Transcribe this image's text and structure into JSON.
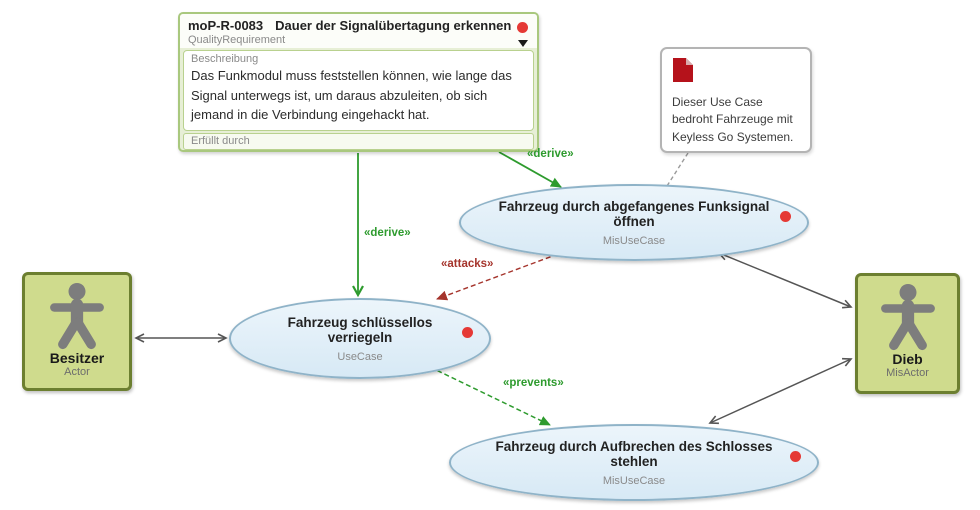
{
  "requirement": {
    "id": "moP-R-0083",
    "title": "Dauer der Signalübertagung erkennen",
    "stereotype": "QualityRequirement",
    "description_label": "Beschreibung",
    "description": "Das Funkmodul muss feststellen können, wie lange das Signal unterwegs ist, um daraus abzuleiten, ob sich jemand in die Verbindung eingehackt hat.",
    "fulfilled_label": "Erfüllt durch"
  },
  "note": {
    "text": "Dieser Use Case bedroht Fahrzeuge mit Keyless Go Systemen."
  },
  "usecases": {
    "open": {
      "title": "Fahrzeug durch abgefangenes Funksignal öffnen",
      "stereotype": "MisUseCase"
    },
    "lock": {
      "title": "Fahrzeug schlüssellos verriegeln",
      "stereotype": "UseCase"
    },
    "steal": {
      "title": "Fahrzeug durch Aufbrechen des Schlosses stehlen",
      "stereotype": "MisUseCase"
    }
  },
  "actors": {
    "besitzer": {
      "name": "Besitzer",
      "stereotype": "Actor"
    },
    "dieb": {
      "name": "Dieb",
      "stereotype": "MisActor"
    }
  },
  "edges": {
    "derive_to_lock": {
      "label": "«derive»"
    },
    "derive_to_open": {
      "label": "«derive»"
    },
    "attacks": {
      "label": "«attacks»"
    },
    "prevents": {
      "label": "«prevents»"
    }
  },
  "colors": {
    "derive_green": "#2e9b2e",
    "attacks_red": "#a5342c",
    "association_gray": "#555555",
    "requirement_border": "#a9c87e",
    "requirement_fill": "#e7efd6",
    "usecase_border": "#8fb3c8",
    "usecase_fill": "#ddeef9",
    "actor_border": "#6c7f30",
    "actor_fill": "#cfdb8d",
    "indicator_red": "#e53935",
    "note_icon_red": "#b5121b"
  }
}
